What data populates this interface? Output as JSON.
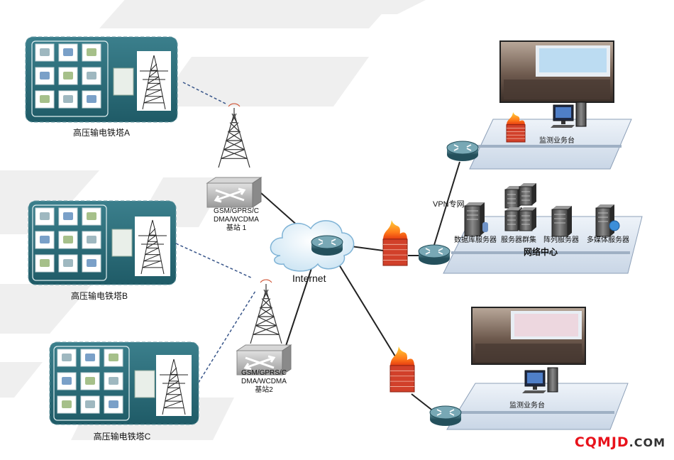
{
  "towers": [
    {
      "label": "高压输电铁塔A"
    },
    {
      "label": "高压输电铁塔B"
    },
    {
      "label": "高压输电铁塔C"
    }
  ],
  "base_stations": [
    {
      "line1": "GSM/GPRS/C",
      "line2": "DMA/WCDMA",
      "line3": "基站 1"
    },
    {
      "line1": "GSM/GPRS/C",
      "line2": "DMA/WCDMA",
      "line3": "基站2"
    }
  ],
  "internet_label": "Internet",
  "vpn_label": "VPN专网",
  "network_center": {
    "title": "网络中心",
    "servers": [
      "数据库服务器",
      "服务器群集",
      "阵列服务器",
      "多媒体服务器"
    ]
  },
  "monitor_desks": [
    {
      "label": "监测业务台"
    },
    {
      "label": "监测业务台"
    }
  ],
  "watermark": {
    "main": "CQMJD",
    "suffix": ".COM"
  },
  "colors": {
    "panel": "#2a6b78",
    "accent": "#e8121b"
  }
}
